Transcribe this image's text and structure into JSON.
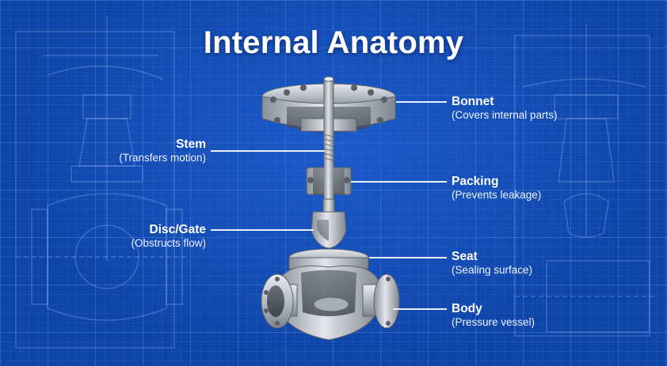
{
  "title": "Internal Anatomy",
  "colors": {
    "background": "#0f44a8",
    "grid": "#78aaff",
    "leader_line": "#e9eef8",
    "text": "#ffffff",
    "metal": "#b9bec6"
  },
  "parts": {
    "stem": {
      "name": "Stem",
      "description": "(Transfers motion)"
    },
    "disc": {
      "name": "Disc/Gate",
      "description": "(Obstructs flow)"
    },
    "bonnet": {
      "name": "Bonnet",
      "description": "(Covers internal parts)"
    },
    "packing": {
      "name": "Packing",
      "description": "(Prevents leakage)"
    },
    "seat": {
      "name": "Seat",
      "description": "(Sealing surface)"
    },
    "body": {
      "name": "Body",
      "description": "(Pressure vessel)"
    }
  }
}
